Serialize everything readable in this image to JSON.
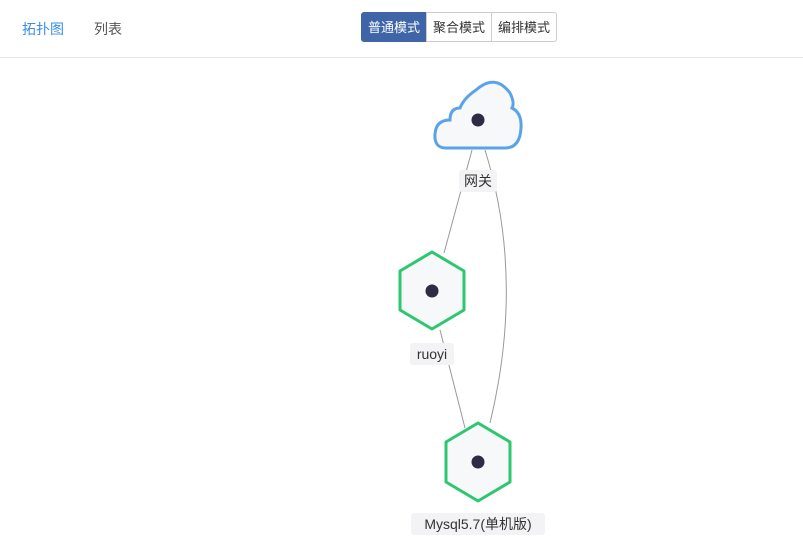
{
  "tabs": [
    "拓扑图",
    "列表"
  ],
  "modes": [
    "普通模式",
    "聚合模式",
    "编排模式"
  ],
  "nodes": {
    "gateway": "网关",
    "ruoyi": "ruoyi",
    "mysql": "Mysql5.7(单机版)"
  }
}
